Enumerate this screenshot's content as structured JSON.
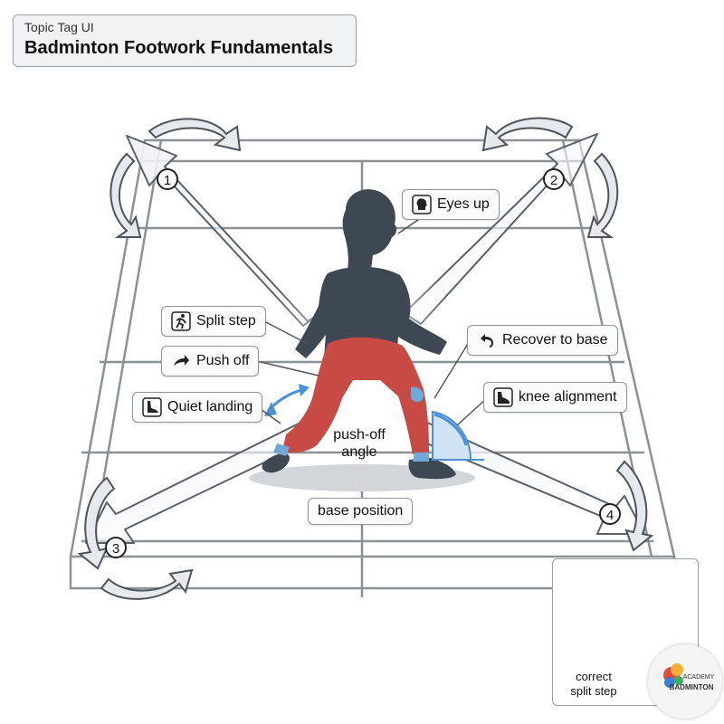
{
  "header": {
    "topic_tag": "Topic Tag UI",
    "title": "Badminton Footwork Fundamentals"
  },
  "corners": [
    "1",
    "2",
    "3",
    "4"
  ],
  "labels": {
    "eyes_up": "Eyes up",
    "split_step": "Split step",
    "push_off": "Push off",
    "quiet_landing": "Quiet landing",
    "recover_to_base": "Recover to base",
    "knee_alignment": "knee alignment",
    "push_off_angle": "push-off angle",
    "base_position": "base position"
  },
  "inset": {
    "correct_caption": "correct split step",
    "correct_mark": "✓",
    "incorrect_mark": "✕"
  },
  "logo": {
    "line1": "ACADEMY",
    "line2": "BADMINTON"
  },
  "colors": {
    "court_line": "#8c9196",
    "arrow_fill": "#e6e9ee",
    "silhouette": "#3e4852",
    "muscle": "#c84a45",
    "angle_accent": "#4a90d9",
    "correct": "#2e9e3a",
    "incorrect": "#d03030"
  },
  "icons": [
    "runner-icon",
    "arrow-right-icon",
    "foot-icon",
    "head-icon",
    "undo-arrow-icon",
    "shoe-icon"
  ]
}
